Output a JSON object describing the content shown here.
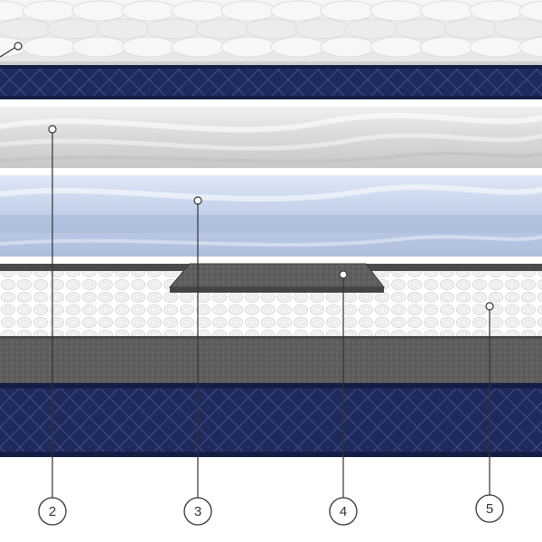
{
  "diagram": {
    "layers": [
      {
        "id": "top-pillow",
        "pattern": "quilted-clouds"
      },
      {
        "id": "top-border",
        "pattern": "diamond-quilt"
      },
      {
        "id": "memory-foam",
        "pattern": "wave-foam"
      },
      {
        "id": "gel-foam",
        "pattern": "wave-foam"
      },
      {
        "id": "foam-insert",
        "pattern": "speckled"
      },
      {
        "id": "pocket-coils",
        "pattern": "coil-grid"
      },
      {
        "id": "base-foam",
        "pattern": "speckled"
      },
      {
        "id": "bottom-border",
        "pattern": "diamond-quilt"
      }
    ],
    "callouts": [
      {
        "label": "2"
      },
      {
        "label": "3"
      },
      {
        "label": "4"
      },
      {
        "label": "5"
      }
    ],
    "colors": {
      "navy": "#1e2a5c",
      "navy_dark": "#141d44",
      "stitch": "#3b4a86",
      "foam_gray": "#5b5b5b",
      "gel_blue": "#b9c9e4",
      "cloud_white": "#f2f2f2",
      "line": "#333333"
    }
  }
}
